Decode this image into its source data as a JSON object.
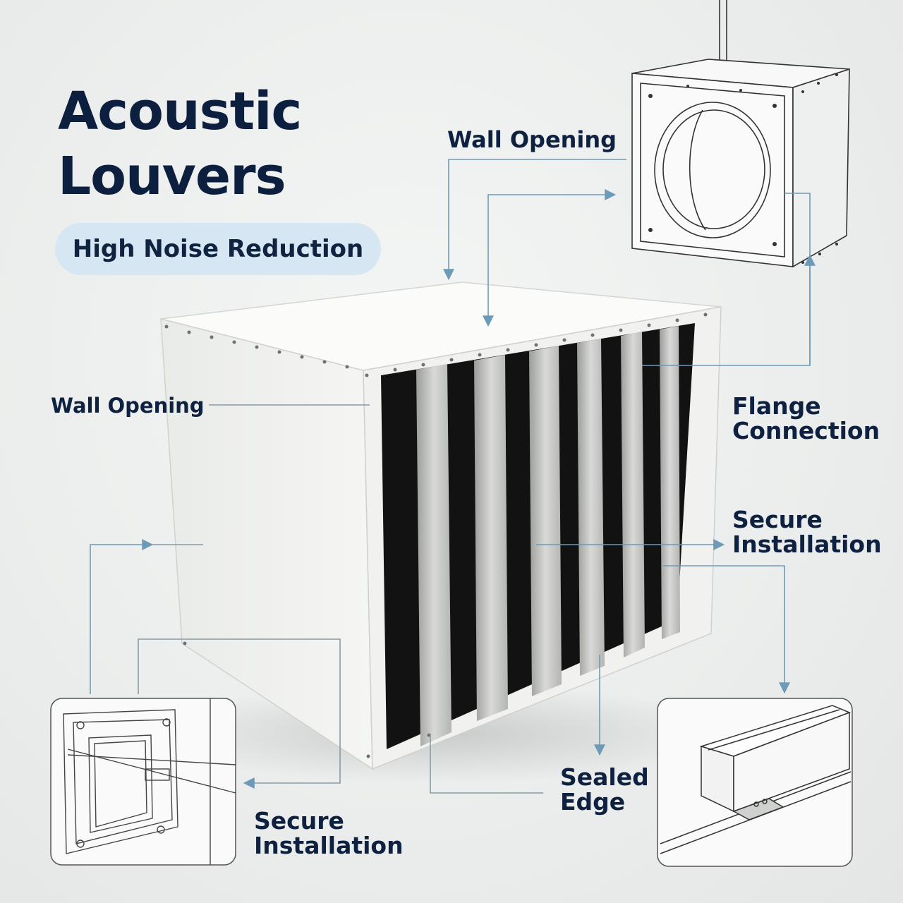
{
  "title": {
    "line1": "Acoustic",
    "line2": "Louvers"
  },
  "badge": "High Noise Reduction",
  "callouts": {
    "wall_opening_top": "Wall Opening",
    "wall_opening_left": "Wall Opening",
    "flange_connection": "Flange Connection",
    "secure_installation_right": "Secure Installation",
    "sealed_edge": "Sealed Edge",
    "secure_installation_bottom": "Secure Installation"
  },
  "colors": {
    "title": "#0d1f3f",
    "badge_bg": "#d6e7f3",
    "leader_line": "#6d9ab7",
    "louver_dark": "#111111",
    "housing": "#f3f4f2"
  }
}
